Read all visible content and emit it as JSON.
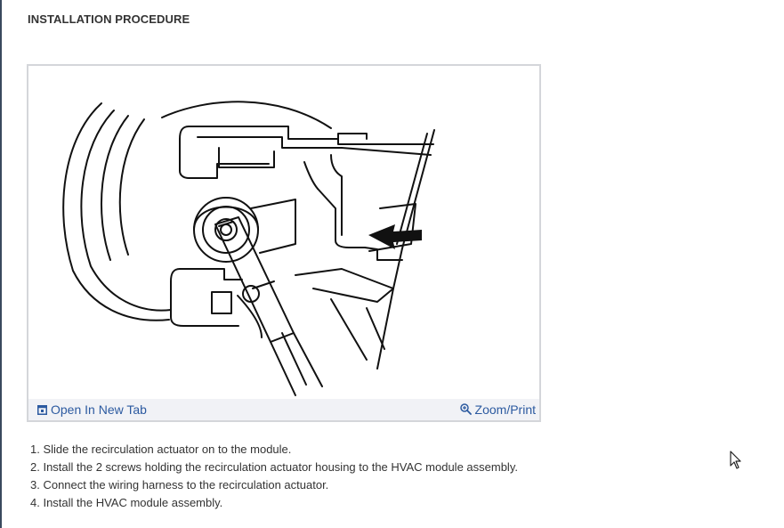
{
  "heading": "INSTALLATION PROCEDURE",
  "figure": {
    "open_tab_label": "Open In New Tab",
    "zoom_print_label": "Zoom/Print",
    "open_tab_icon": "new-tab-icon",
    "zoom_icon": "magnifier-icon"
  },
  "steps": [
    "1. Slide the recirculation actuator on to the module.",
    "2. Install the 2 screws holding the recirculation actuator housing to the HVAC module assembly.",
    "3. Connect the wiring harness to the recirculation actuator.",
    "4. Install the HVAC module assembly."
  ],
  "colors": {
    "link": "#2c5aa0",
    "text": "#333333",
    "figure_border": "#d4d6da",
    "figure_bar": "#f1f2f6"
  }
}
